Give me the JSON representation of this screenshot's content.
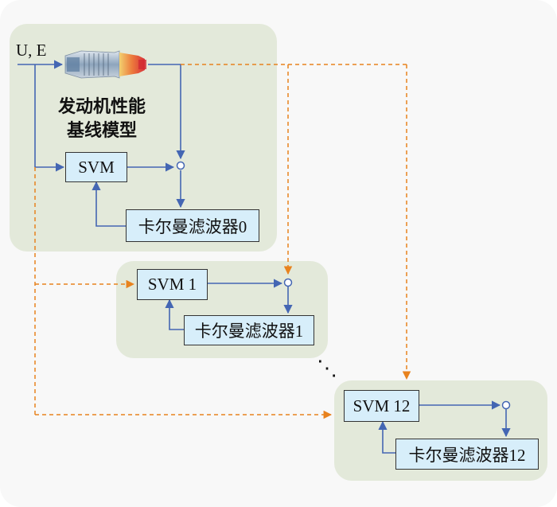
{
  "inputs_label": "U, E",
  "baseline_group": {
    "title_line1": "发动机性能",
    "title_line2": "基线模型",
    "svm_label": "SVM",
    "kalman_label": "卡尔曼滤波器0"
  },
  "group1": {
    "svm_label": "SVM 1",
    "kalman_label": "卡尔曼滤波器1"
  },
  "group12": {
    "svm_label": "SVM 12",
    "kalman_label": "卡尔曼滤波器12"
  },
  "ellipsis": "⋱",
  "colors": {
    "group_fill": "#e3e9da",
    "box_fill": "#d7eefa",
    "solid_arrow": "#4466b3",
    "dashed_arrow": "#e8821e"
  },
  "icons": [
    "engine-icon"
  ]
}
